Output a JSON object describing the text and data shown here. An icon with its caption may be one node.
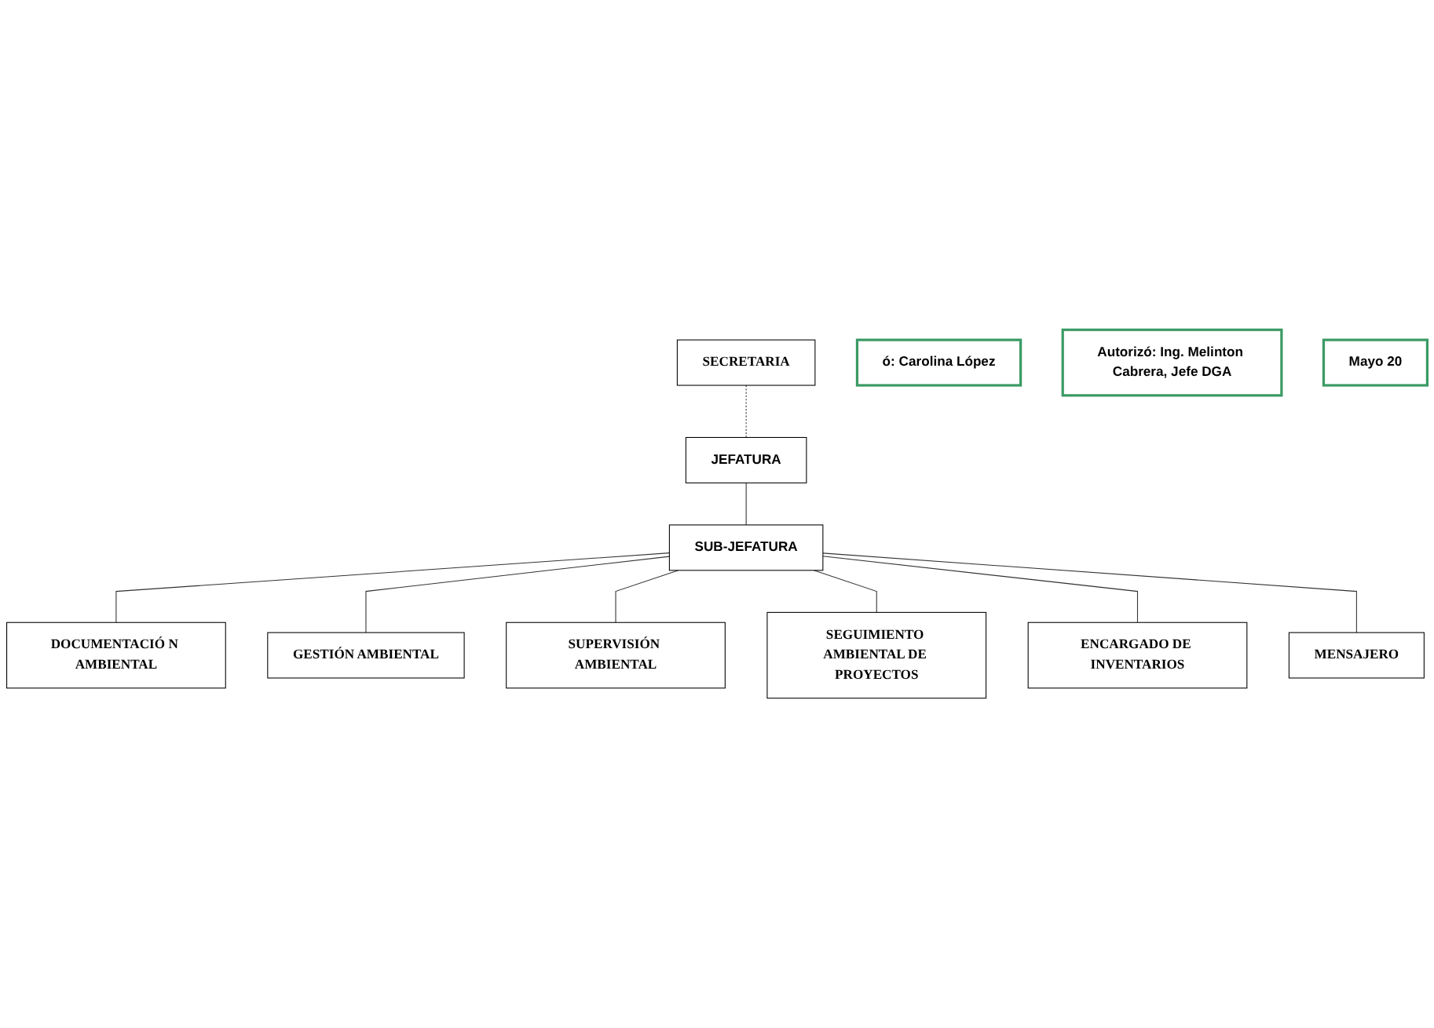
{
  "diagram": {
    "nodes": [
      {
        "text": [
          "JEFATURA"
        ]
      },
      {
        "text": [
          "SECRETARIA"
        ]
      },
      {
        "text": [
          "SUB-JEFATURA"
        ]
      },
      {
        "text": [
          "DOCUMENTACIÓ N AMBIENTAL"
        ]
      },
      {
        "text": [
          "GESTIÓN AMBIENTAL"
        ]
      },
      {
        "text": [
          "SUPERVISIÓN AMBIENTAL"
        ]
      },
      {
        "text": [
          "SEGUIMIENTO AMBIENTAL DE PROYECTOS"
        ]
      },
      {
        "text": [
          "ENCARGADO DE INVENTARIOS"
        ]
      },
      {
        "text": [
          "MENSAJERO"
        ]
      },
      {
        "text": [
          "ó: Carolina López"
        ]
      },
      {
        "text": [
          "Autorizó: Ing. Melinton Cabrera, Jefe DGA"
        ]
      },
      {
        "text": [
          "Mayo 20"
        ]
      }
    ],
    "edges": [
      {
        "from": 0,
        "to": 2,
        "arrow": "none"
      },
      {
        "from": 1,
        "to": 0,
        "arrow": "none",
        "style": "dashed"
      },
      {
        "from": 2,
        "to": 3,
        "arrow": "none"
      },
      {
        "from": 2,
        "to": 4,
        "arrow": "none"
      },
      {
        "from": 2,
        "to": 5,
        "arrow": "none"
      },
      {
        "from": 2,
        "to": 6,
        "arrow": "none"
      },
      {
        "from": 2,
        "to": 7,
        "arrow": "none"
      },
      {
        "from": 2,
        "to": 8,
        "arrow": "none"
      }
    ]
  }
}
